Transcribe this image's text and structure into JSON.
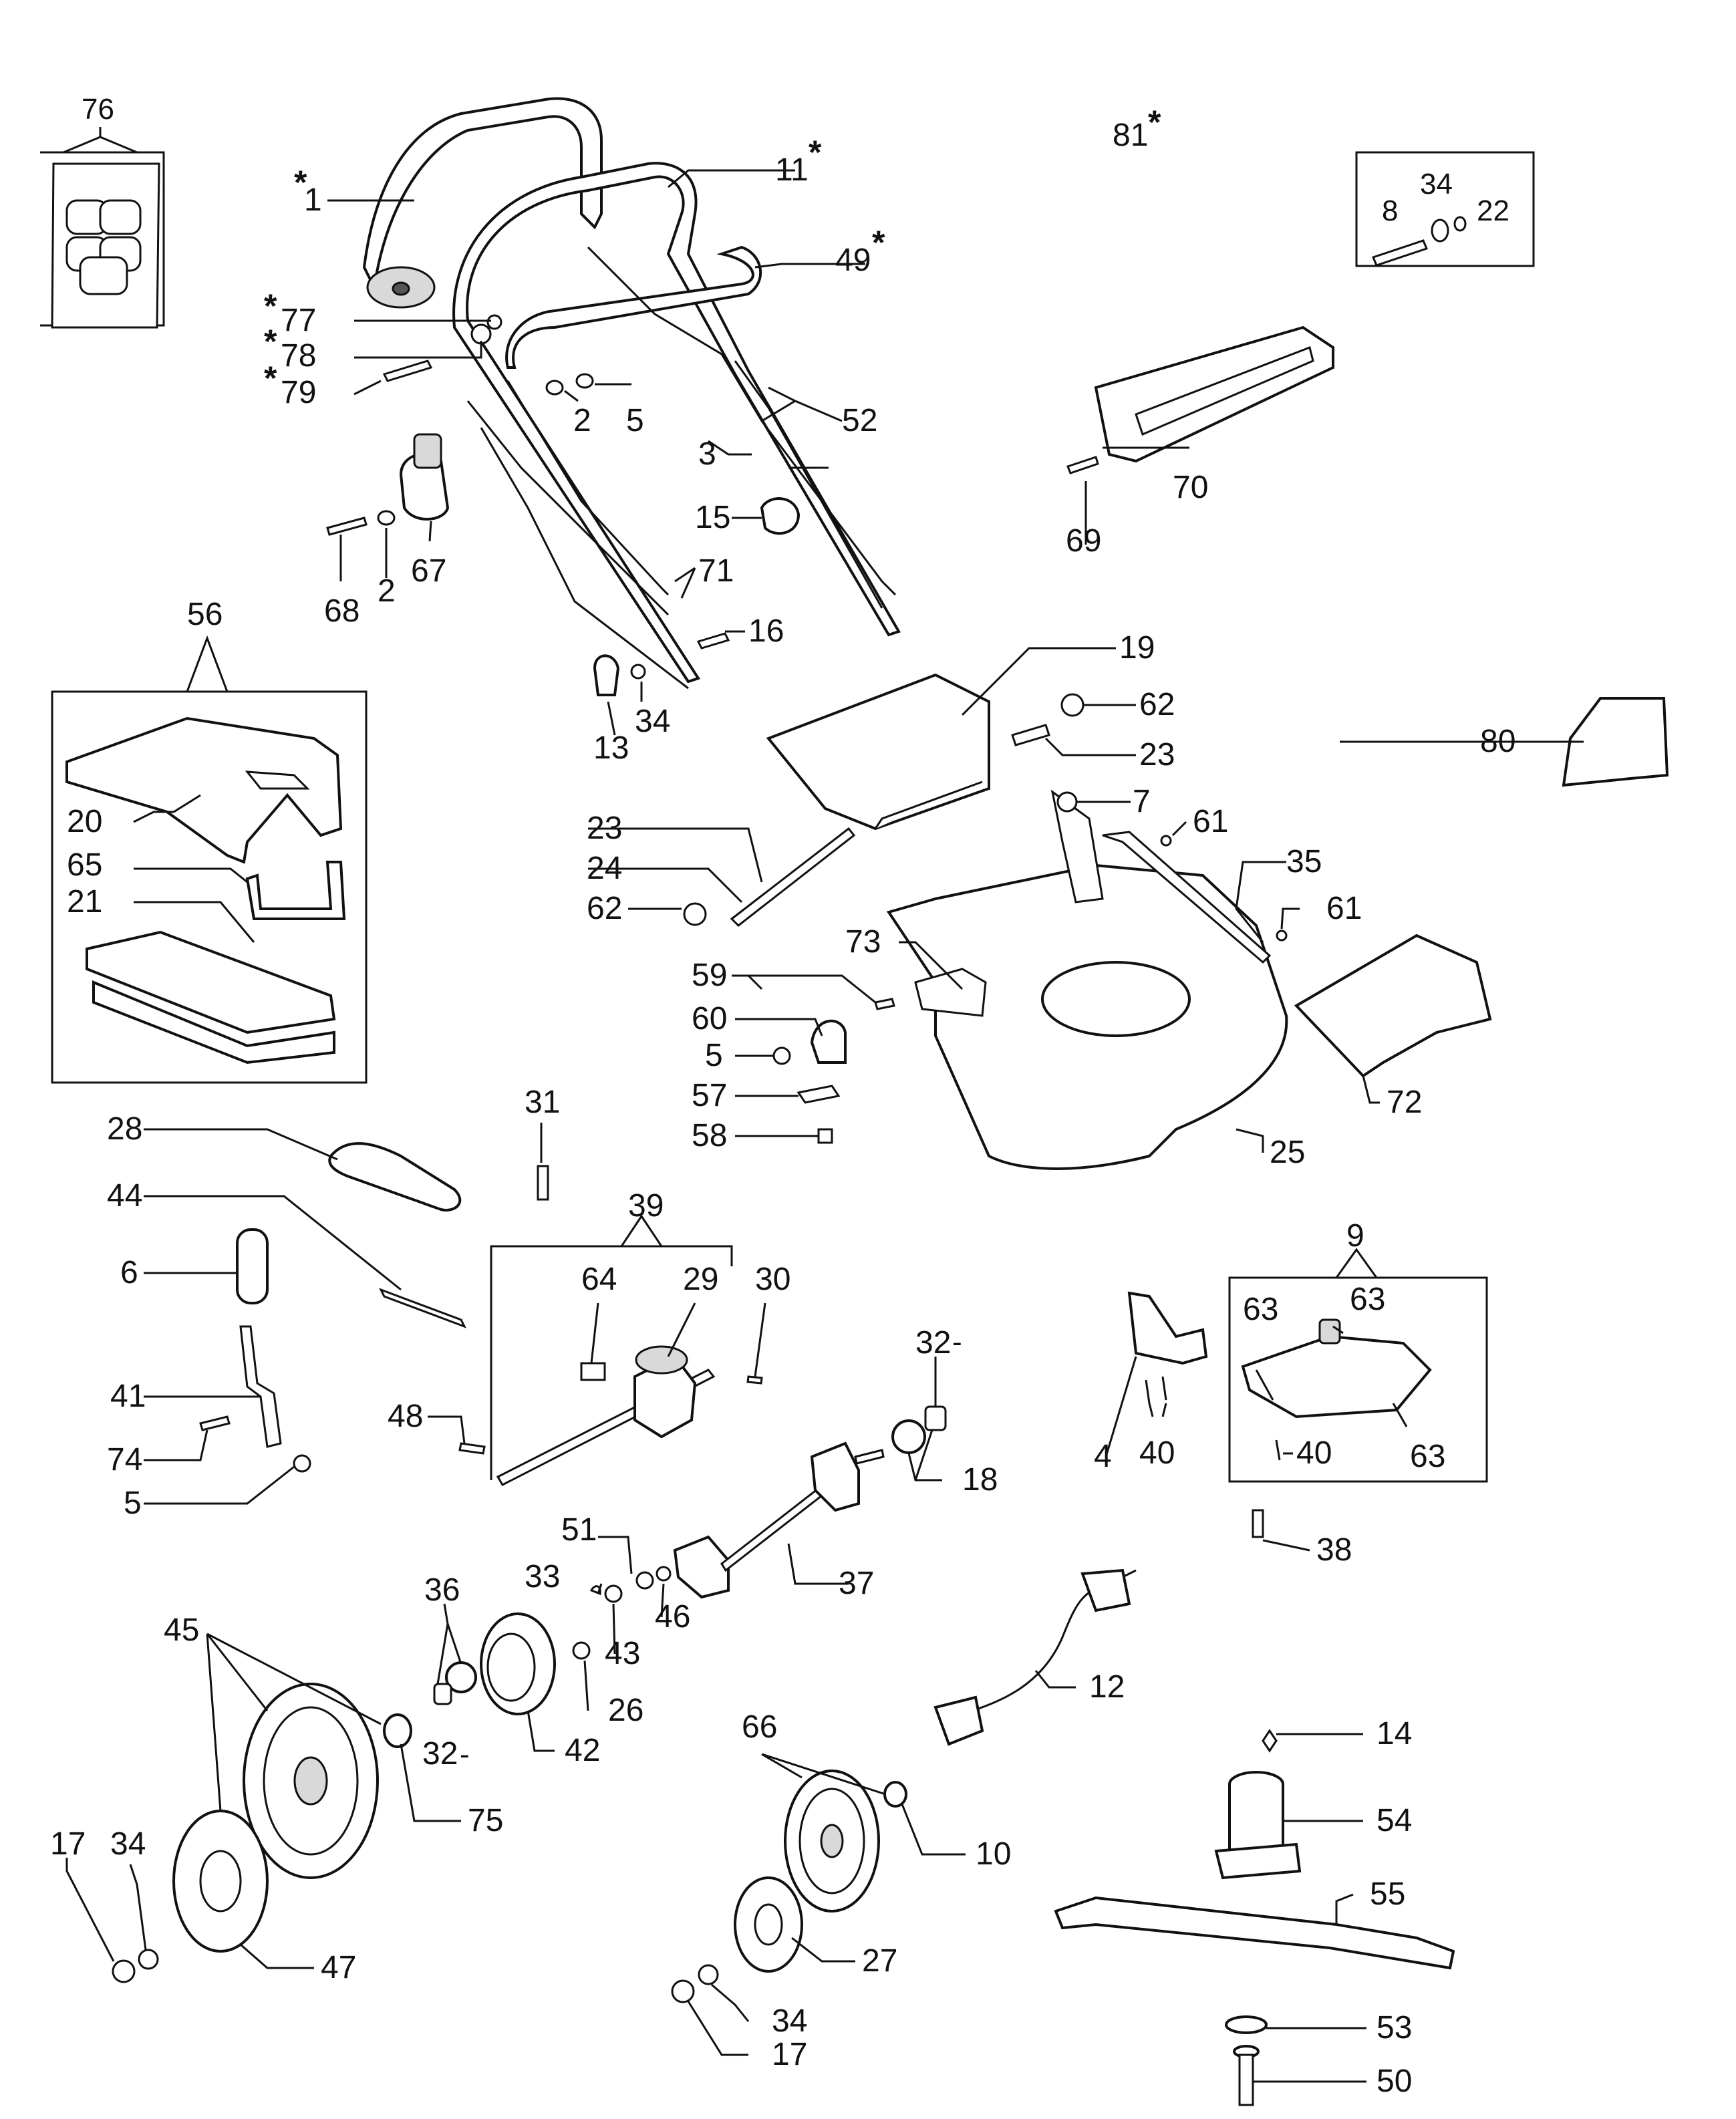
{
  "diagram": {
    "labels": {
      "l1": "1",
      "l2a": "2",
      "l2b": "2",
      "l3": "3",
      "l4": "4",
      "l5a": "5",
      "l5b": "5",
      "l5c": "5",
      "l6": "6",
      "l7": "7",
      "l8": "8",
      "l9": "9",
      "l10": "10",
      "l11": "11",
      "l12": "12",
      "l13": "13",
      "l14": "14",
      "l15": "15",
      "l16": "16",
      "l17a": "17",
      "l17b": "17",
      "l18": "18",
      "l19": "19",
      "l20": "20",
      "l21": "21",
      "l22": "22",
      "l23a": "23",
      "l23b": "23",
      "l24": "24",
      "l25": "25",
      "l26": "26",
      "l27": "27",
      "l28": "28",
      "l29": "29",
      "l30": "30",
      "l31": "31",
      "l32a": "32",
      "l32b": "32",
      "l33": "33",
      "l34a": "34",
      "l34b": "34",
      "l34c": "34",
      "l34d": "34",
      "l35": "35",
      "l36": "36",
      "l37": "37",
      "l38": "38",
      "l39": "39",
      "l40a": "40",
      "l40b": "40",
      "l41": "41",
      "l42": "42",
      "l43": "43",
      "l44": "44",
      "l45": "45",
      "l46": "46",
      "l47": "47",
      "l48": "48",
      "l49": "49",
      "l50": "50",
      "l51": "51",
      "l52": "52",
      "l53": "53",
      "l54": "54",
      "l55": "55",
      "l56": "56",
      "l57": "57",
      "l58": "58",
      "l59": "59",
      "l60": "60",
      "l61a": "61",
      "l61b": "61",
      "l62a": "62",
      "l62b": "62",
      "l63a": "63",
      "l63b": "63",
      "l63c": "63",
      "l64": "64",
      "l65": "65",
      "l66": "66",
      "l67": "67",
      "l68": "68",
      "l69": "69",
      "l70": "70",
      "l71": "71",
      "l72": "72",
      "l73": "73",
      "l74": "74",
      "l75": "75",
      "l76": "76",
      "l77": "77",
      "l78": "78",
      "l79": "79",
      "l80": "80",
      "l81": "81"
    },
    "asterisk": "*",
    "dash": "-"
  }
}
